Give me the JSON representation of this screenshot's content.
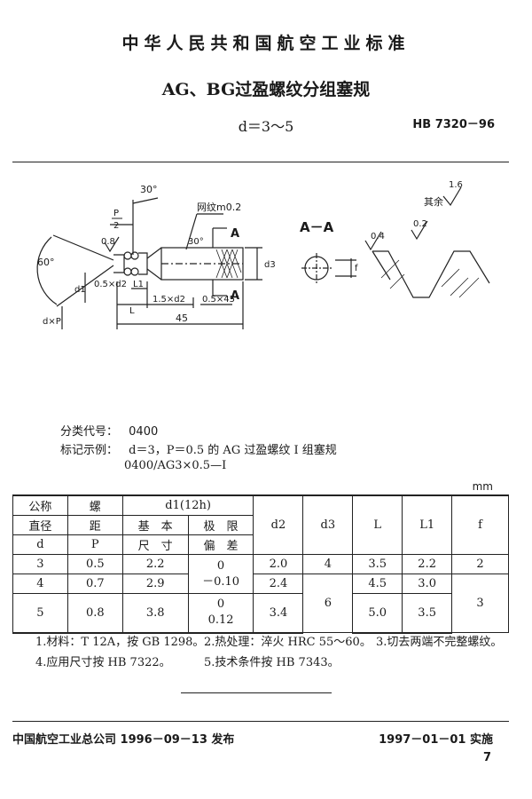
{
  "header": {
    "org_standard": "中华人民共和国航空工业标准",
    "title": "AG、BG过盈螺纹分组塞规",
    "subtitle": "d＝3～5",
    "standard_no": "HB 7320－96"
  },
  "drawing": {
    "angle_30_top": "30°",
    "p_over_2_num": "P",
    "p_over_2_den": "2",
    "knurl_note": "网纹m0.2",
    "section_mark_top": "A",
    "section_mark_bottom": "A",
    "angle_60": "60°",
    "rough_08": "0.8",
    "chamfer_left": "0.5×d2",
    "dim_L1": "L1",
    "dim_L": "L",
    "dim_15d2": "1.5×d2",
    "chamfer_right": "0.5×45°",
    "dim_45": "45",
    "angle_30_mid": "30°",
    "label_d1": "d1",
    "label_dxp": "d×P",
    "label_d3": "d3",
    "section_title": "A－A",
    "label_f": "f",
    "rest_label": "其余",
    "rest_value": "1.6",
    "rough_04": "0.4",
    "rough_02": "0.2"
  },
  "meta": {
    "class_label": "分类代号：",
    "class_value": "0400",
    "mark_label": "标记示例：",
    "mark_line1": "d＝3，P＝0.5 的 AG 过盈螺纹 I 组塞规",
    "mark_line2": "0400/AG3×0.5—I"
  },
  "table": {
    "unit": "mm",
    "headers": {
      "nominal_a": "公称",
      "nominal_b": "直径",
      "nominal_c": "d",
      "pitch_a": "螺",
      "pitch_b": "距",
      "pitch_c": "P",
      "d1_group": "d1(12h)",
      "basic_a": "基　本",
      "basic_b": "尺　寸",
      "limit_a": "极　限",
      "limit_b": "偏　差",
      "d2": "d2",
      "d3": "d3",
      "L": "L",
      "L1": "L1",
      "f": "f"
    },
    "rows": [
      {
        "d": "3",
        "p": "0.5",
        "basic": "2.2",
        "d2": "2.0",
        "L": "3.5",
        "L1": "2.2"
      },
      {
        "d": "4",
        "p": "0.7",
        "basic": "2.9",
        "d2": "2.4",
        "L": "4.5",
        "L1": "3.0"
      },
      {
        "d": "5",
        "p": "0.8",
        "basic": "3.8",
        "d2": "3.4",
        "L": "5.0",
        "L1": "3.5"
      }
    ],
    "dev_a_upper": "0",
    "dev_a_lower": "－0.10",
    "dev_b_upper": "0",
    "dev_b_lower": "0.12",
    "d3_a": "4",
    "d3_b": "6",
    "f_a": "2",
    "f_b": "3"
  },
  "notes": {
    "n1": "1.材料：T 12A，按 GB 1298。",
    "n2": "2.热处理：淬火 HRC 55～60。",
    "n3": "3.切去两端不完整螺纹。",
    "n4": "4.应用尺寸按 HB 7322。",
    "n5": "5.技术条件按 HB 7343。"
  },
  "footer": {
    "issued": "中国航空工业总公司 1996－09－13 发布",
    "effective": "1997－01－01 实施",
    "page": "7"
  }
}
